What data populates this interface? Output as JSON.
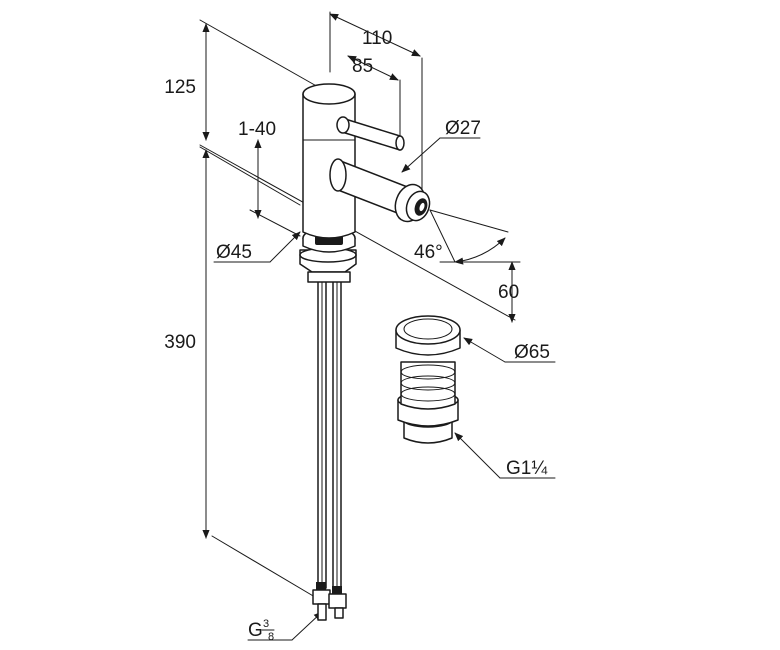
{
  "dimensions": {
    "width_110": "110",
    "width_85": "85",
    "height_125": "125",
    "range_1_40": "1-40",
    "spout_dia": "Ø27",
    "body_dia": "Ø45",
    "angle": "46°",
    "dim_60": "60",
    "dim_390": "390",
    "waste_dia": "Ø65",
    "waste_thread": "G1¼",
    "supply_thread_main": "G",
    "supply_thread_num": "3",
    "supply_thread_den": "8"
  },
  "colors": {
    "line": "#1a1a1a",
    "background": "#ffffff"
  }
}
